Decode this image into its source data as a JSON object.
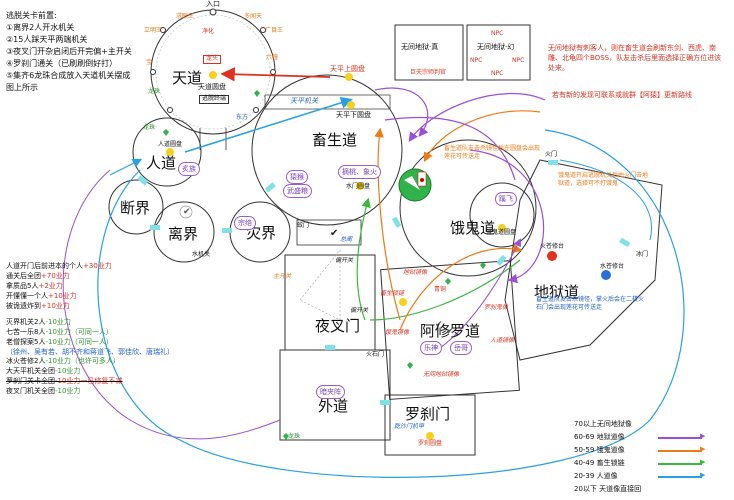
{
  "rules": {
    "title": "逃脱关卡前置:",
    "items": [
      "①离界2人开水机关",
      "②15人踩天平两端机关",
      "③夜叉门开杂启闭后开完偏+主开关",
      "④罗刹门通关（已刷刷倒好打）",
      "⑤集齐6龙珠合成放入天道机关摆成",
      "图上所示"
    ]
  },
  "heaven_ring": {
    "entrance": "入口",
    "labels": [
      "求眼王",
      "多闻天",
      "立明王",
      "净化",
      "广目王",
      "宝",
      "六幢",
      "东方"
    ],
    "dragon_ball_a": "龙珠",
    "dragon_ball_b": "龙珠"
  },
  "realms": {
    "tiandao": "天道",
    "rendao": "人道",
    "chushengdao": "畜生道",
    "eguidao": "饿鬼道",
    "diyudao": "地狱道",
    "axiuluodao": "阿修罗道",
    "duanjie": "断界",
    "lijie": "离界",
    "huijie": "灾界",
    "yechamen": "夜叉门",
    "waidao": "外道",
    "luochamen": "罗刹门"
  },
  "tiandao_labels": {
    "dragon_head": "龙头",
    "gate_disk": "天道圆盘",
    "escape_switch": "逃脱终端"
  },
  "rendao_labels": {
    "disk": "人道圆盘",
    "tag": "炙族"
  },
  "chusheng_labels": {
    "scale_upper": "天平上圆盘",
    "scale_lower": "天平下圆盘",
    "scale_switch": "天平机关",
    "tags": [
      "猿猴",
      "武盛粮",
      "摘桃、象火"
    ],
    "water_disk": "水门圆盘"
  },
  "egui_labels": {
    "fire_gate": "火门",
    "tag": "蹊飞",
    "disk": "饿鬼道圆盘",
    "note": "饿鬼道开启逃脱机关后由火门去地狱道，选择可不打饿鬼"
  },
  "diyu_labels": {
    "fire_tower": "火苍修台",
    "water_tower": "水苍修台",
    "ice_gate": "冰门",
    "note": "畜生道队友击杀镜怪，掌火后会在二楼火石门会出现莲花可传送走"
  },
  "chusheng_note": "畜生道队友击杀镜怪后在圆盘会出现莲花可传送走",
  "lijie_labels": {
    "water_switch": "水机关"
  },
  "huijie_labels": {
    "tag": "宗络"
  },
  "yecha_labels": {
    "main_switch": "主开关",
    "side_switch_a": "偏开关",
    "side_switch_b": "偏开关",
    "disk": "总阐",
    "status": "蚊门"
  },
  "axiuluo_labels": {
    "tags": [
      "乐神",
      "岳哥"
    ],
    "moving": "地狱镜像",
    "chusheng_beast": "畜生锁链",
    "hungry_mirror": "饿鬼镜像",
    "realm_mirror": "无间地狱镜像",
    "human_mirror": "人道镜像",
    "fire_stone": "火石门",
    "bronze": "青铜",
    "lohan": "罗刹鬼像"
  },
  "waidao_labels": {
    "tag": "暗夹阵",
    "dragon": "龙珠"
  },
  "luocha_labels": {
    "fortune": "乾沙门机甲",
    "disk": "罗刹圆盘"
  },
  "infinite_hell": {
    "real_title": "无间地狱·真",
    "real_sub": "巨夫宗师判官",
    "phantom_title": "无间地狱·幻",
    "npc": "NPC"
  },
  "red_note": "无间地狱有刺客人，则在畜生道会刷新东剑、西虎、南雕、北龟四个BOSS，队友击杀后里面选择正确方位进该处来。",
  "red_note2": "若有新的发现可联系或就群【阿猿】更新路线",
  "tally": {
    "lines": [
      {
        "text": "人道开门后前进本的个人",
        "value": "+30业力"
      },
      {
        "text": "通关后全团",
        "value": "+70业力"
      },
      {
        "text": "拿质品5人",
        "value": "+2业力"
      },
      {
        "text": "开懂懂一个人",
        "value": "+10业力"
      },
      {
        "text": "被诡遗炸到",
        "value": "+10业力"
      }
    ],
    "lines2": [
      {
        "text": "灭界机关2人",
        "value": "-10业力"
      },
      {
        "text": "七苦一乐8人",
        "value": "-10业力（可同一人）"
      },
      {
        "text": "老僧探案5人",
        "value": "-10业力（可同一人）"
      },
      {
        "text": "（徐州、吴有若、胡不齐和蒋道飞、郭佳欣、唐瑞礼）",
        "value": ""
      },
      {
        "text": "冰火苍修2人",
        "value": "-10业力（也许可多人）"
      },
      {
        "text": "大天平机关全团",
        "value": "-10业力"
      },
      {
        "text": "罗刹门关卡全团",
        "value": "-10业力一已修复不减"
      },
      {
        "text": "夜叉门机关全团",
        "value": "-10业力"
      }
    ]
  },
  "legend": [
    {
      "label": "70以上无间地狱像",
      "color": "#ffffff"
    },
    {
      "label": "60-69  地狱道像",
      "color": "#9b4fd9"
    },
    {
      "label": "50-59  饿鬼道像",
      "color": "#f07a16"
    },
    {
      "label": "40-49  畜生锁链",
      "color": "#3db83d"
    },
    {
      "label": "20-39  人道像",
      "color": "#27a0e8"
    },
    {
      "label": "20以下  天道像直接回",
      "color": "#ffffff"
    }
  ]
}
